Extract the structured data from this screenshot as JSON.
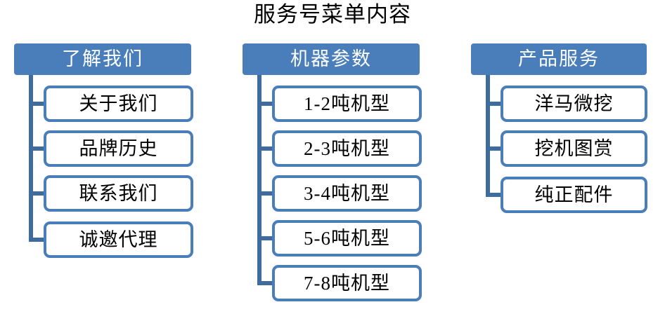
{
  "title": "服务号菜单内容",
  "theme": {
    "header_fill": "#4a7ebb",
    "header_text": "#ffffff",
    "child_fill": "#ffffff",
    "child_border": "#4a7ebb",
    "child_text": "#000000",
    "connector": "#3f6c9e",
    "background": "#ffffff"
  },
  "branches": [
    {
      "id": "about-us",
      "header": "了解我们",
      "children": [
        "关于我们",
        "品牌历史",
        "联系我们",
        "诚邀代理"
      ]
    },
    {
      "id": "machine-specs",
      "header": "机器参数",
      "children": [
        "1-2吨机型",
        "2-3吨机型",
        "3-4吨机型",
        "5-6吨机型",
        "7-8吨机型"
      ]
    },
    {
      "id": "product-service",
      "header": "产品服务",
      "children": [
        "洋马微挖",
        "挖机图赏",
        "纯正配件"
      ]
    }
  ]
}
